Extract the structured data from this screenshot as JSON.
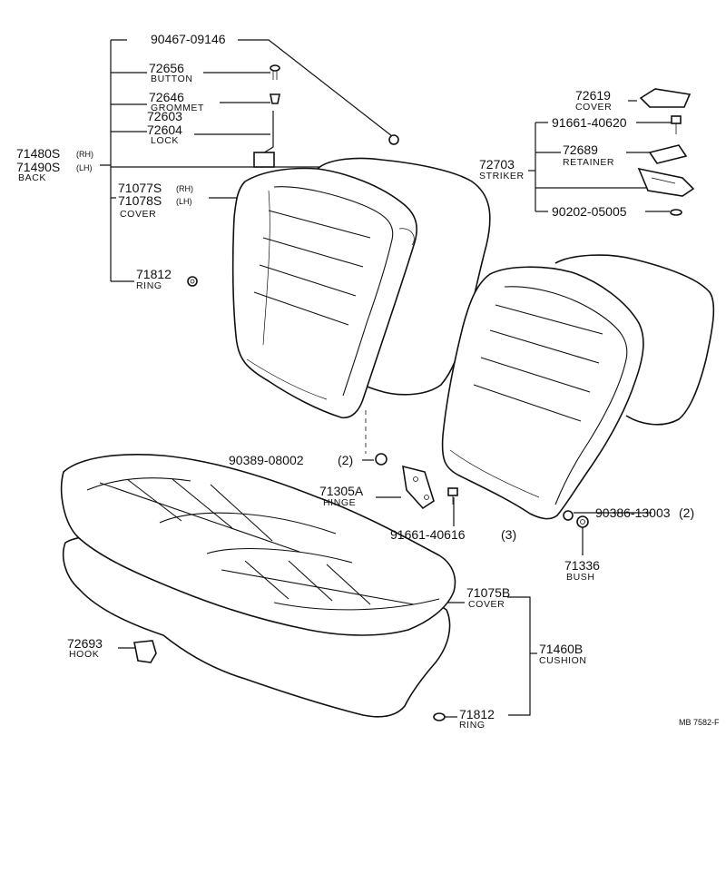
{
  "drawing_code": "MB 7582-F",
  "parts": {
    "p90467": {
      "number": "90467-09146"
    },
    "p72656": {
      "number": "72656",
      "name": "BUTTON"
    },
    "p72646": {
      "number": "72646",
      "name": "GROMMET"
    },
    "p72603": {
      "number": "72603"
    },
    "p72604": {
      "number": "72604",
      "name": "LOCK"
    },
    "p71480": {
      "number": "71480S",
      "suffix": "(RH)"
    },
    "p71490": {
      "number": "71490S",
      "suffix": "(LH)",
      "name": "BACK"
    },
    "p71077": {
      "number": "71077S",
      "suffix": "(RH)"
    },
    "p71078": {
      "number": "71078S",
      "suffix": "(LH)",
      "name": "COVER"
    },
    "p71812a": {
      "number": "71812",
      "name": "RING"
    },
    "p72619": {
      "number": "72619",
      "name": "COVER"
    },
    "p91661_40620": {
      "number": "91661-40620"
    },
    "p72703": {
      "number": "72703",
      "name": "STRIKER"
    },
    "p72689": {
      "number": "72689",
      "name": "RETAINER"
    },
    "p90202": {
      "number": "90202-05005"
    },
    "p90389": {
      "number": "90389-08002",
      "qty": "(2)"
    },
    "p71305": {
      "number": "71305A",
      "name": "HINGE"
    },
    "p91661_40616": {
      "number": "91661-40616",
      "qty": "(3)"
    },
    "p90386": {
      "number": "90386-13003",
      "qty": "(2)"
    },
    "p71336": {
      "number": "71336",
      "name": "BUSH"
    },
    "p71075": {
      "number": "71075B",
      "name": "COVER"
    },
    "p71460": {
      "number": "71460B",
      "name": "CUSHION"
    },
    "p72693": {
      "number": "72693",
      "name": "HOOK"
    },
    "p71812b": {
      "number": "71812",
      "name": "RING"
    }
  }
}
